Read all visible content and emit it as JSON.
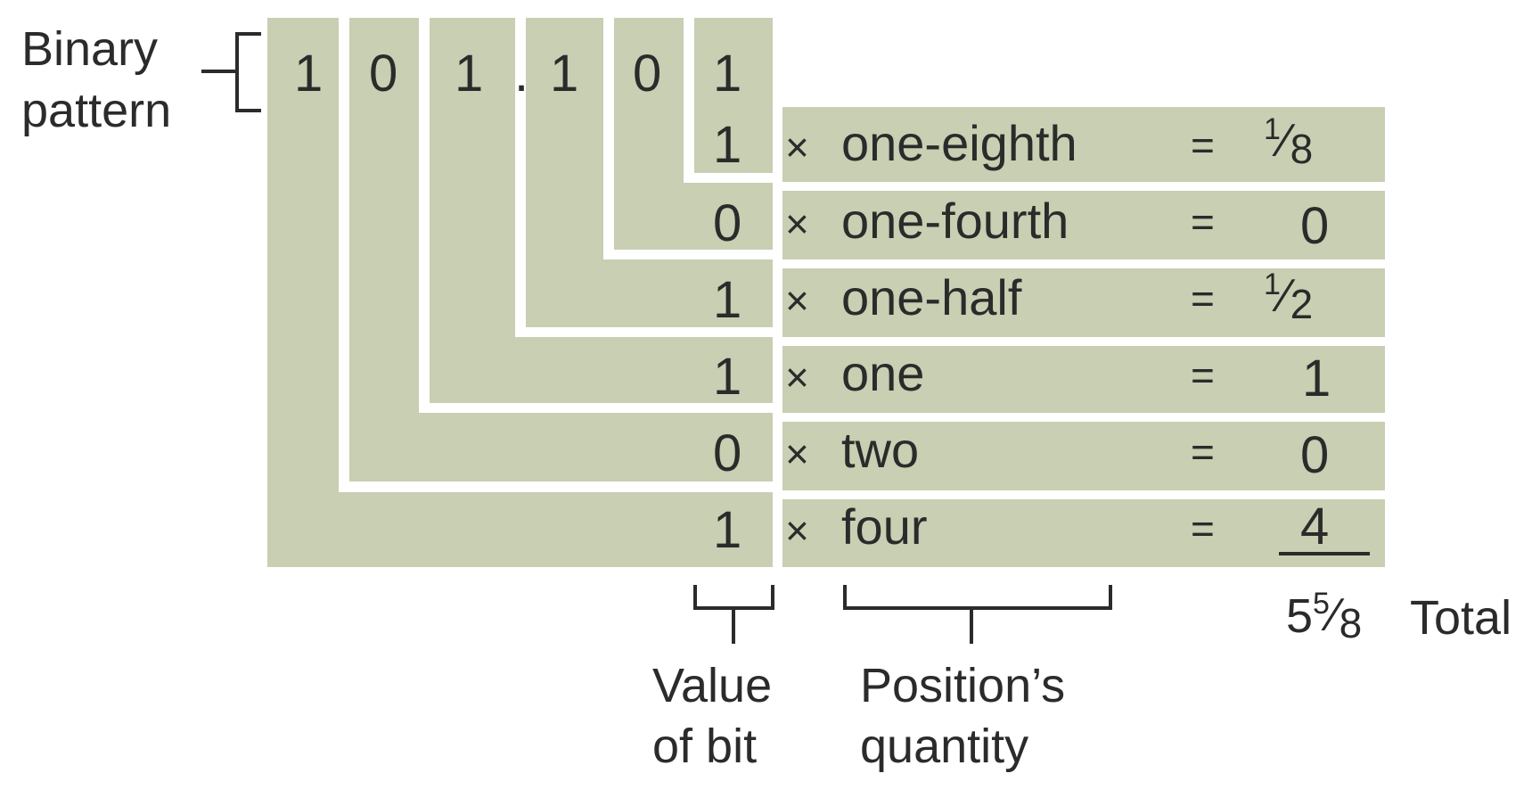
{
  "labels": {
    "binary_pattern_line1": "Binary",
    "binary_pattern_line2": "pattern",
    "value_of_bit_line1": "Value",
    "value_of_bit_line2": "of bit",
    "positions_quantity_line1": "Position’s",
    "positions_quantity_line2": "quantity",
    "total_label": "Total"
  },
  "binary_pattern": {
    "digits": [
      "1",
      "0",
      "1",
      "1",
      "0",
      "1"
    ],
    "radix_point": "."
  },
  "rows": [
    {
      "bit": "1",
      "times": "×",
      "quantity": "one-eighth",
      "equals": "=",
      "result_num": "1",
      "result_den": "8",
      "result_whole": ""
    },
    {
      "bit": "0",
      "times": "×",
      "quantity": "one-fourth",
      "equals": "=",
      "result_num": "",
      "result_den": "",
      "result_whole": "0"
    },
    {
      "bit": "1",
      "times": "×",
      "quantity": "one-half",
      "equals": "=",
      "result_num": "1",
      "result_den": "2",
      "result_whole": ""
    },
    {
      "bit": "1",
      "times": "×",
      "quantity": "one",
      "equals": "=",
      "result_num": "",
      "result_den": "",
      "result_whole": "1"
    },
    {
      "bit": "0",
      "times": "×",
      "quantity": "two",
      "equals": "=",
      "result_num": "",
      "result_den": "",
      "result_whole": "0"
    },
    {
      "bit": "1",
      "times": "×",
      "quantity": "four",
      "equals": "=",
      "result_num": "",
      "result_den": "",
      "result_whole": "4"
    }
  ],
  "total": {
    "whole": "5",
    "num": "5",
    "den": "8"
  },
  "colors": {
    "cell_fill": "#c8cfb2",
    "line": "#2b2b2b",
    "text": "#2b2b2b",
    "background": "#ffffff"
  }
}
